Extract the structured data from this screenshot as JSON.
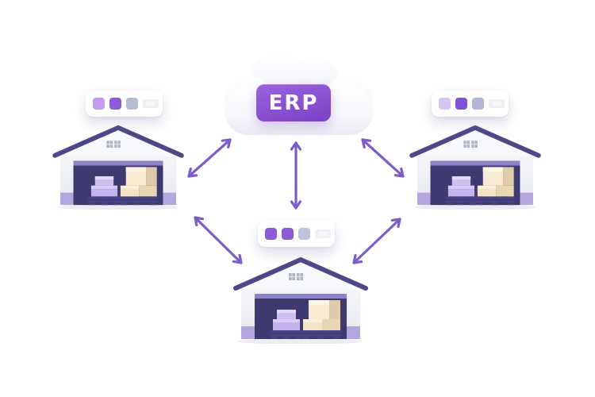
{
  "diagram": {
    "title": "ERP cloud connected to three warehouses",
    "cloud": {
      "label": "ERP",
      "badge_color_top": "#9A63DC",
      "badge_color_bottom": "#7B41C6"
    },
    "colors": {
      "arrow": "#7E5CC8",
      "roof": "#4F4887",
      "door_interior": "#3E3A70",
      "wall": "#EFF1F7",
      "accent_band": "#B4A6DF",
      "box_purple": "#C6B5EC",
      "box_cream": "#F5E5C8",
      "shadow": "#EBEDF3"
    },
    "nodes": [
      {
        "id": "cloud-erp",
        "icon": "cloud-icon"
      },
      {
        "id": "warehouse-left",
        "icon": "warehouse-icon"
      },
      {
        "id": "warehouse-right",
        "icon": "warehouse-icon"
      },
      {
        "id": "warehouse-bottom",
        "icon": "warehouse-icon"
      }
    ],
    "connections": [
      {
        "from": "cloud-erp",
        "to": "warehouse-left",
        "bidirectional": true
      },
      {
        "from": "cloud-erp",
        "to": "warehouse-bottom",
        "bidirectional": true
      },
      {
        "from": "cloud-erp",
        "to": "warehouse-right",
        "bidirectional": true
      },
      {
        "from": "warehouse-left",
        "to": "warehouse-bottom",
        "bidirectional": true
      },
      {
        "from": "warehouse-right",
        "to": "warehouse-bottom",
        "bidirectional": true
      }
    ],
    "status_cards": {
      "left": {
        "squares": [
          "#C49BF0",
          "#8B5BD8",
          "#B7BDD3",
          "#EEF0F6"
        ]
      },
      "right": {
        "squares": [
          "#D9C2F5",
          "#7E52D4",
          "#B2B7D8",
          "#EEF0F6"
        ]
      },
      "bottom": {
        "squares": [
          "#8B5BD8",
          "#8B5BD8",
          "#BFC3DA",
          "#EEF0F6"
        ]
      }
    }
  }
}
